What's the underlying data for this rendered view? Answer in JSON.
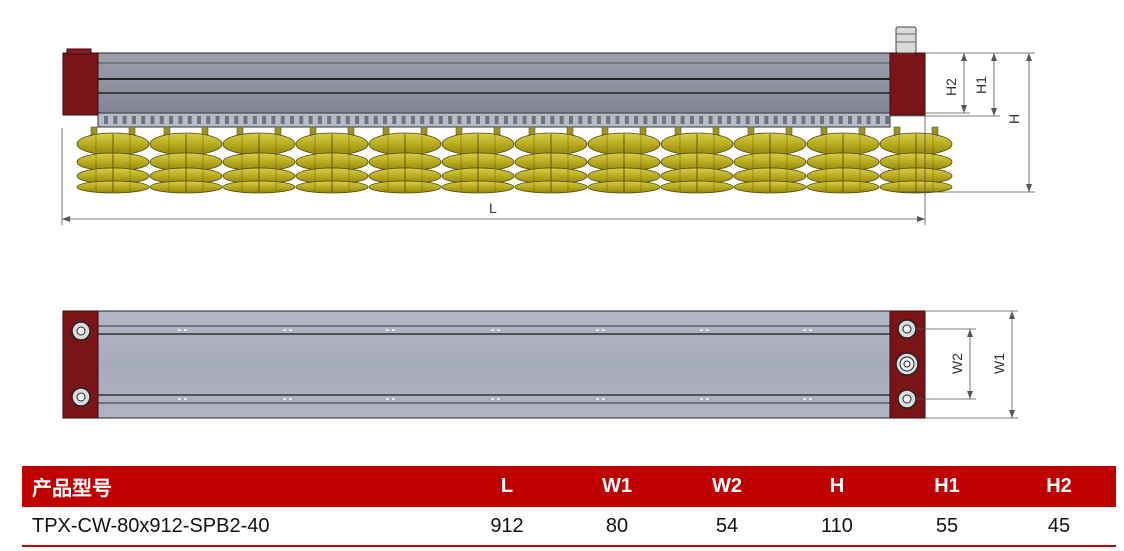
{
  "drawing": {
    "dimensions": [
      "L",
      "W1",
      "W2",
      "H",
      "H1",
      "H2"
    ]
  },
  "table": {
    "headers": [
      "产品型号",
      "L",
      "W1",
      "W2",
      "H",
      "H1",
      "H2"
    ],
    "rows": [
      [
        "TPX-CW-80x912-SPB2-40",
        "912",
        "80",
        "54",
        "110",
        "55",
        "45"
      ]
    ]
  },
  "colors": {
    "header_bg": "#c00000",
    "end_cap": "#7a1418",
    "body_top": "#8a8f9c",
    "body_bottom": "#a9adbb",
    "suction_cup": "#c2b52a"
  }
}
